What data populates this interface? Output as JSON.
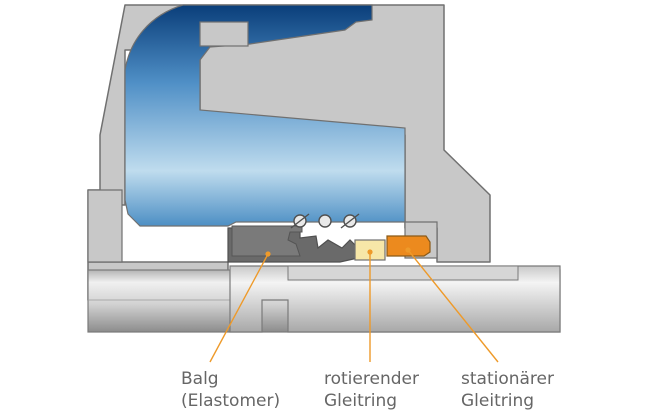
{
  "labels": {
    "bellows": {
      "line1": "Balg",
      "line2": "(Elastomer)"
    },
    "rotating_ring": {
      "line1": "rotierender",
      "line2": "Gleitring"
    },
    "stationary_ring": {
      "line1": "stationärer",
      "line2": "Gleitring"
    }
  },
  "colors": {
    "housing": "#c8c8c8",
    "outline": "#707070",
    "fluid_dark": "#0a3e7a",
    "fluid_light": "#e6f2fa",
    "bellows": "#6a6a6a",
    "rotating_ring": "#f7e7a8",
    "stationary_ring": "#ec8a1e",
    "leader": "#ee9a2a",
    "text": "#666666"
  }
}
